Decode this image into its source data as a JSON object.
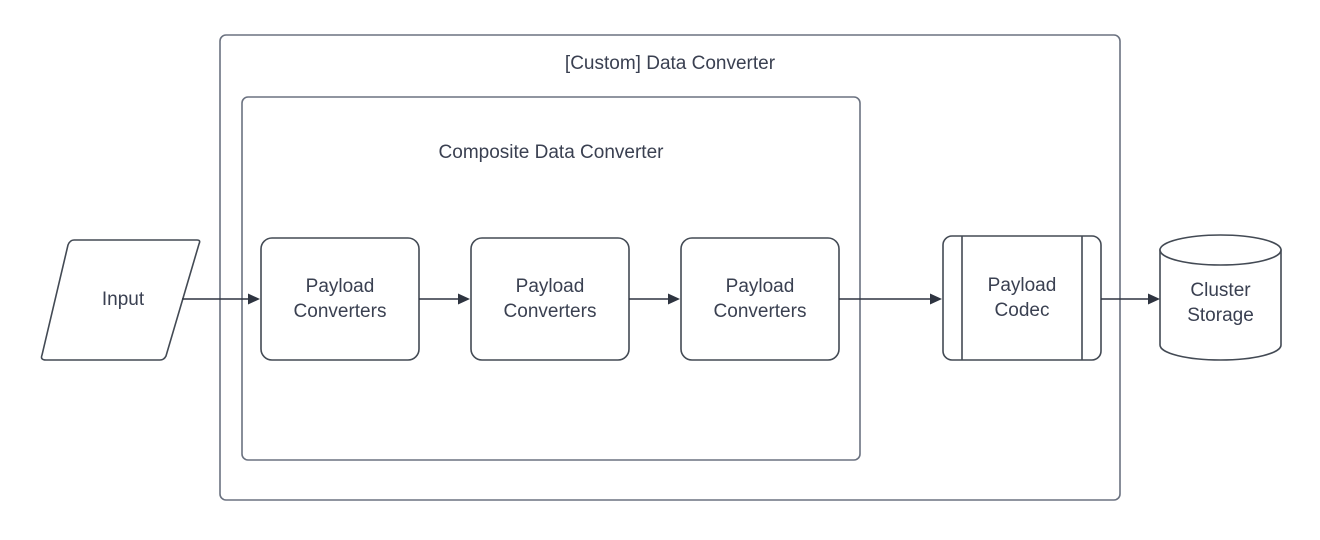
{
  "diagram": {
    "type": "flowchart",
    "title": "[Custom] Data Converter",
    "background_color": "#ffffff",
    "stroke_color": "#434A54",
    "container_stroke_color": "#6B7280",
    "text_color": "#3A4051",
    "containers": [
      {
        "id": "custom-data-converter",
        "label": "[Custom] Data Converter",
        "shape": "rounded-rectangle"
      },
      {
        "id": "composite-data-converter",
        "label": "Composite Data Converter",
        "shape": "rounded-rectangle"
      }
    ],
    "nodes": [
      {
        "id": "input",
        "label": "Input",
        "shape": "parallelogram"
      },
      {
        "id": "payload-converters-1",
        "label_line_1": "Payload",
        "label_line_2": "Converters",
        "shape": "rounded-rectangle"
      },
      {
        "id": "payload-converters-2",
        "label_line_1": "Payload",
        "label_line_2": "Converters",
        "shape": "rounded-rectangle"
      },
      {
        "id": "payload-converters-3",
        "label_line_1": "Payload",
        "label_line_2": "Converters",
        "shape": "rounded-rectangle"
      },
      {
        "id": "payload-codec",
        "label_line_1": "Payload",
        "label_line_2": "Codec",
        "shape": "process"
      },
      {
        "id": "cluster-storage",
        "label_line_1": "Cluster",
        "label_line_2": "Storage",
        "shape": "cylinder"
      }
    ],
    "edges": [
      {
        "id": "edge-input-to-pc1",
        "from": "input",
        "to": "payload-converters-1",
        "arrow": "solid"
      },
      {
        "id": "edge-pc1-to-pc2",
        "from": "payload-converters-1",
        "to": "payload-converters-2",
        "arrow": "solid"
      },
      {
        "id": "edge-pc2-to-pc3",
        "from": "payload-converters-2",
        "to": "payload-converters-3",
        "arrow": "solid"
      },
      {
        "id": "edge-pc3-to-codec",
        "from": "payload-converters-3",
        "to": "payload-codec",
        "arrow": "solid"
      },
      {
        "id": "edge-codec-to-storage",
        "from": "payload-codec",
        "to": "cluster-storage",
        "arrow": "solid"
      }
    ]
  }
}
